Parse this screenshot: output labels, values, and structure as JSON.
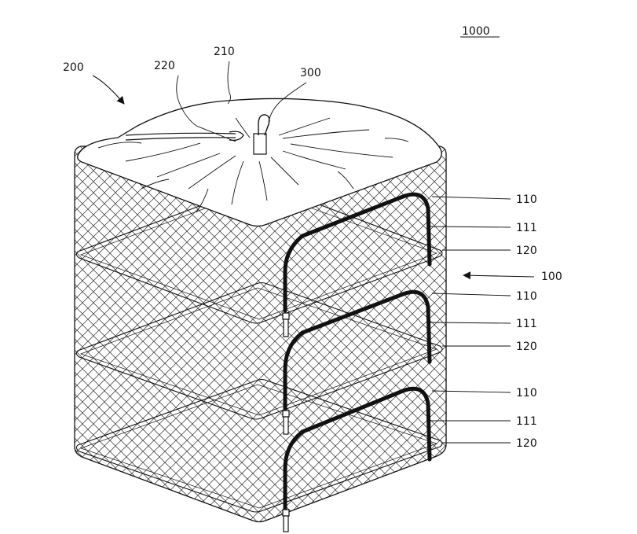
{
  "figure": {
    "reference_numeral": "1000",
    "labels": {
      "cover_assembly": "200",
      "cover_body": "210",
      "drawstring": "220",
      "hanger": "300",
      "net_container": "100",
      "frame": "110",
      "zipper": "111",
      "ring_frame": "120"
    }
  },
  "colors": {
    "ink": "#111111",
    "mesh": "#2a2a2a",
    "paper": "#ffffff"
  }
}
